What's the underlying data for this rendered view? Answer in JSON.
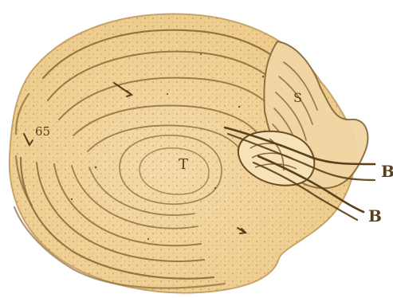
{
  "colors": {
    "paper": "#ffffff",
    "specimen_fill": "#f0d29c",
    "specimen_shade": "#e7c27f",
    "ink": "#8c6a3a",
    "dark_ink": "#5a3f1a"
  },
  "labels": {
    "figure_number": "65",
    "center_label": "T",
    "side_label_top": "S",
    "right_label_1": "B",
    "right_label_2": "B"
  }
}
